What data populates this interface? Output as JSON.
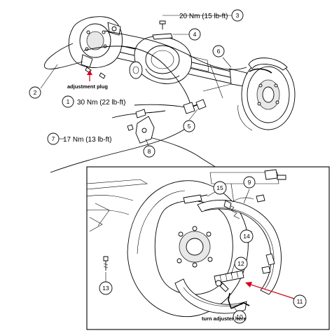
{
  "specs": {
    "spec_3": "20 Nm (15 lb-ft)",
    "spec_1": "30 Nm (22 lb-ft)",
    "spec_7": "17 Nm (13 lb-ft)"
  },
  "notes": {
    "adjustment_plug": "adjustment plug",
    "turn_adjuster": "turn adjuster here"
  },
  "callouts": [
    "1",
    "2",
    "3",
    "4",
    "5",
    "6",
    "7",
    "8",
    "9",
    "10",
    "11",
    "12",
    "13",
    "14",
    "15"
  ],
  "colors": {
    "arrow": "#d0021b",
    "line": "#000000"
  }
}
